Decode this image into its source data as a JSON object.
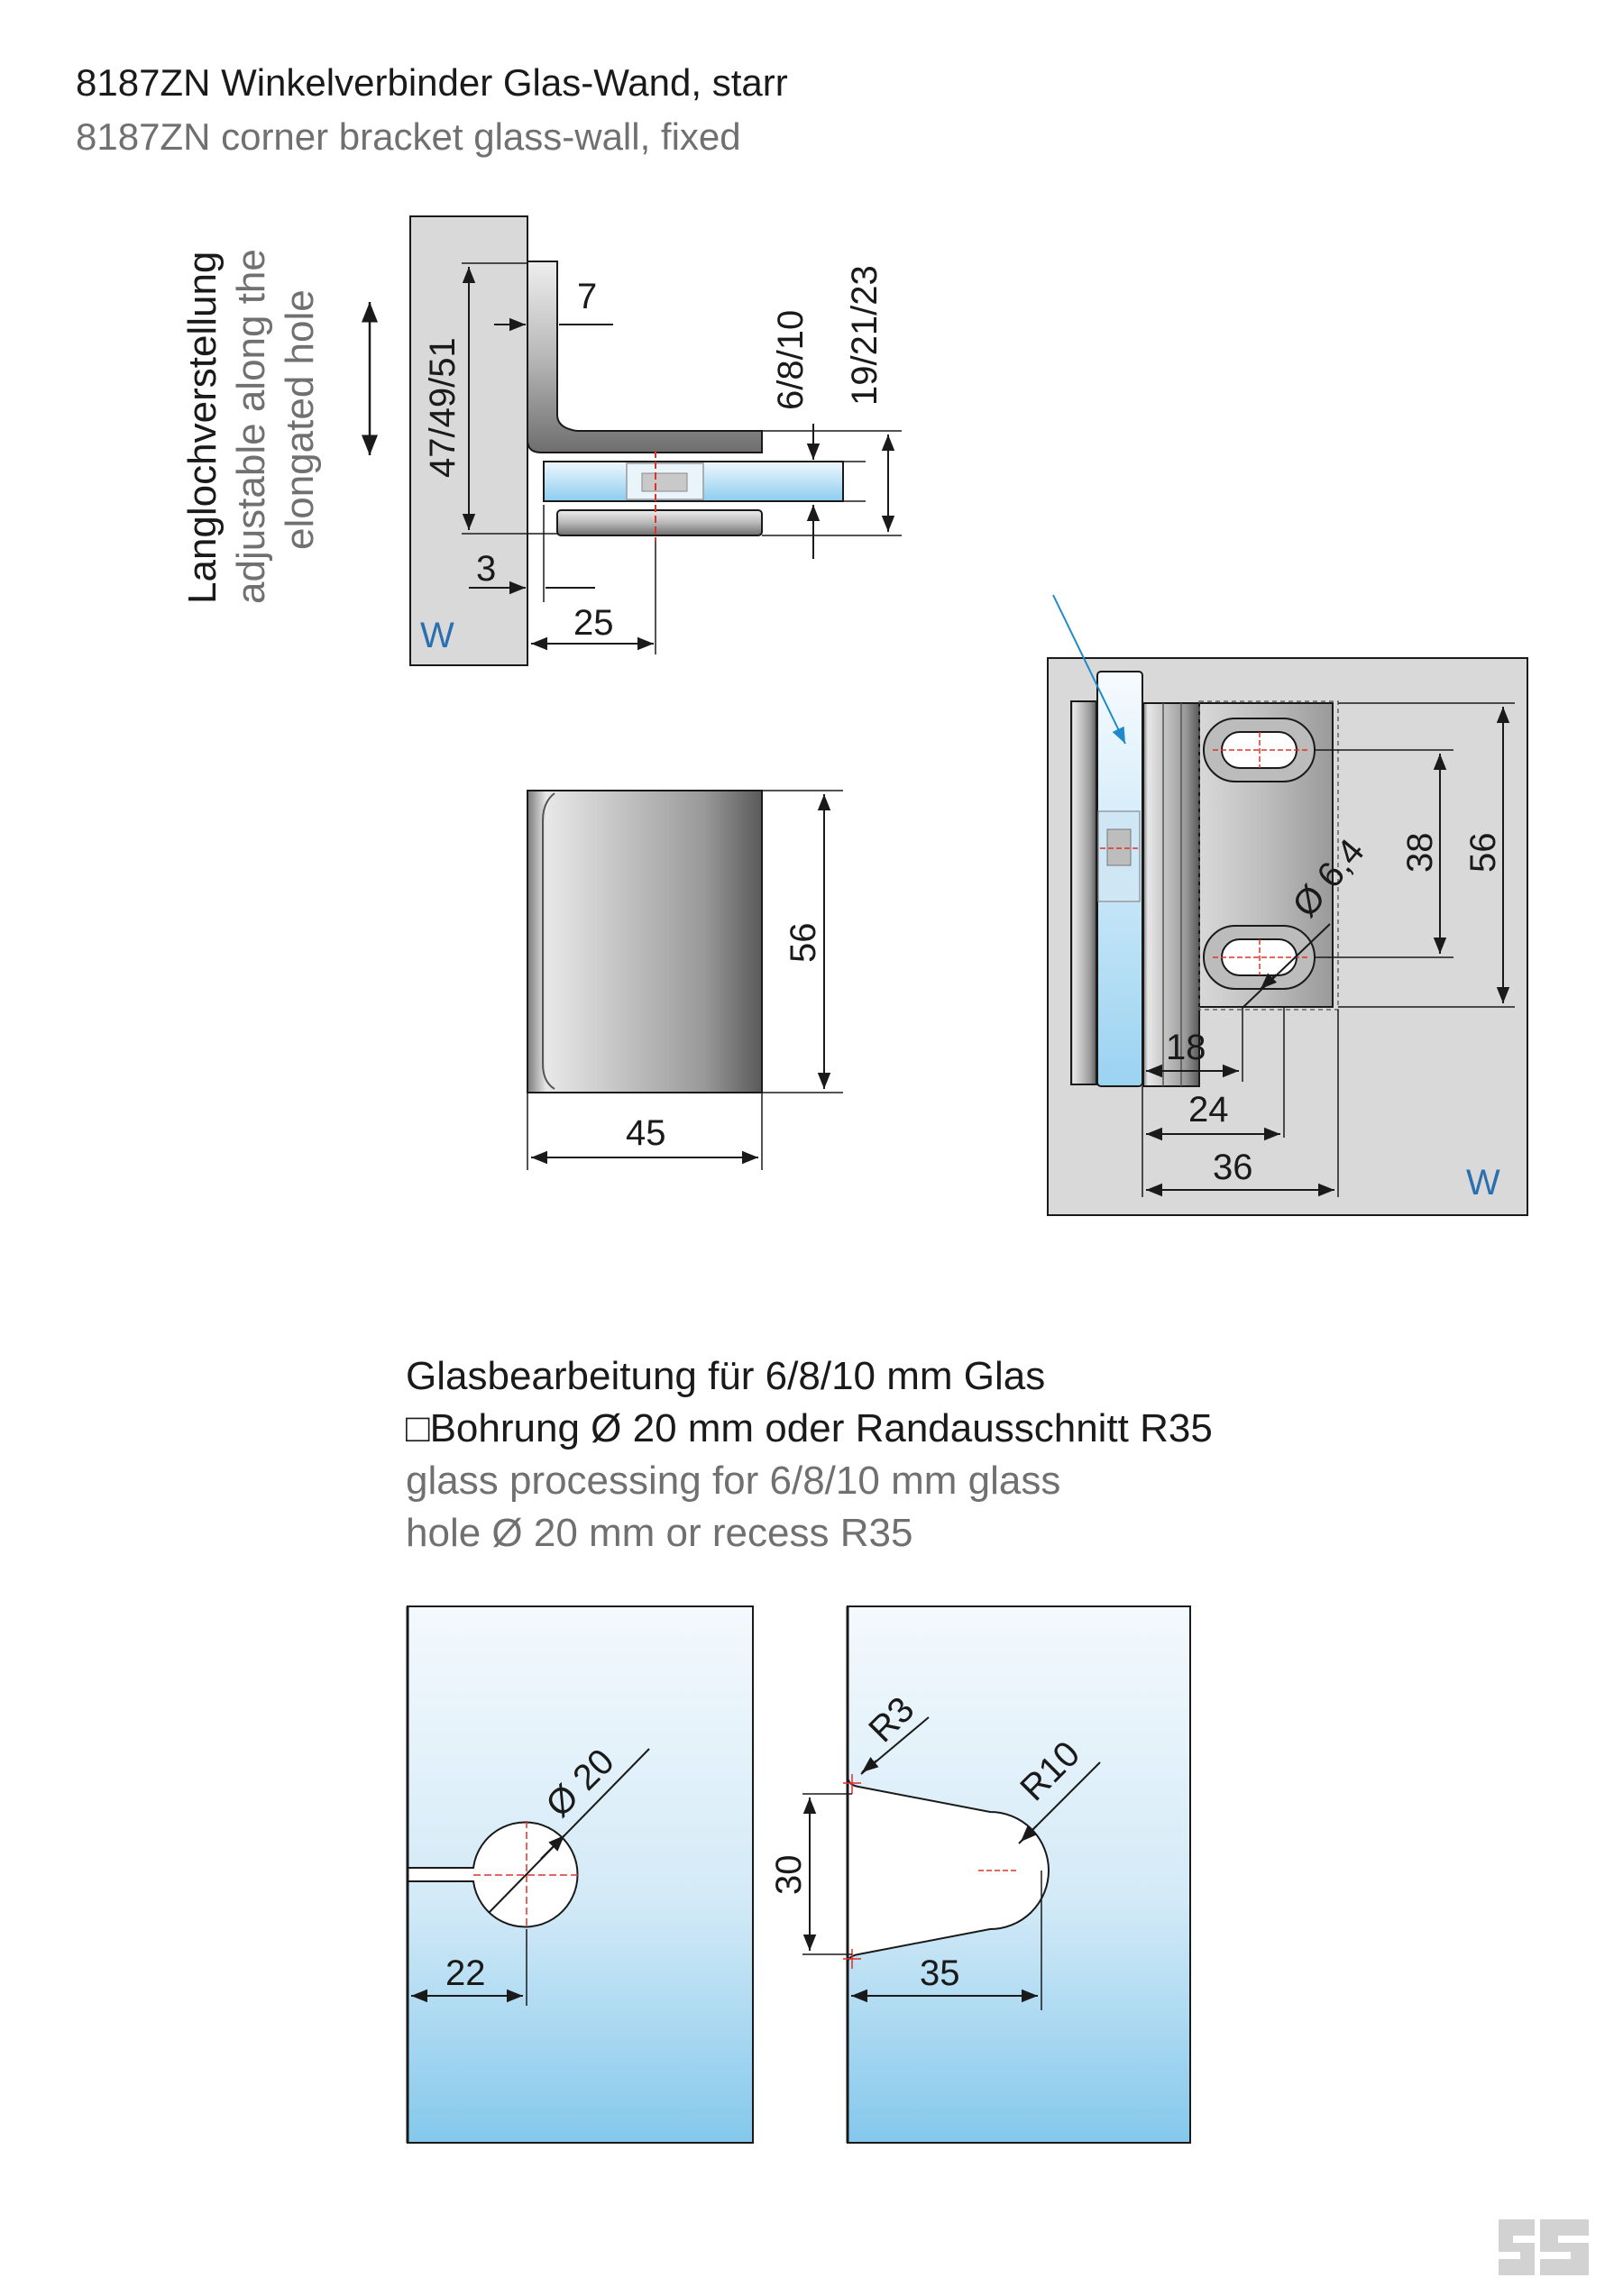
{
  "header": {
    "title_de": "8187ZN Winkelverbinder Glas-Wand, starr",
    "title_en": "8187ZN corner bracket glass-wall, fixed"
  },
  "side_note": {
    "line1": "Langlochverstellung",
    "line2": "adjustable along the",
    "line3": "elongated hole"
  },
  "dims": {
    "height_range": "47/49/51",
    "top_offset": "7",
    "glass_thickness": "6/8/10",
    "overall_thickness": "19/21/23",
    "gap": "3",
    "projection": "25",
    "front_height": "56",
    "front_width": "45",
    "hole_diameter": "Ø 6,4",
    "hole_spacing": "38",
    "plate_height": "56",
    "d18": "18",
    "d24": "24",
    "d36": "36",
    "cut_diameter": "Ø 20",
    "cut_edge": "22",
    "r3": "R3",
    "r10": "R10",
    "d30": "30",
    "d35": "35"
  },
  "wall_label": "W",
  "glass_processing": {
    "line1_de": "Glasbearbeitung für 6/8/10 mm Glas",
    "line2_de": "□Bohrung Ø 20 mm oder Randausschnitt R35",
    "line1_en": "glass processing for 6/8/10 mm glass",
    "line2_en": "hole Ø 20 mm or recess R35"
  },
  "colors": {
    "line": "#1a1a1a",
    "wall": "#d9d9d9",
    "wall_letter": "#2a6fb0",
    "glass_top": "#eef5fb",
    "glass_bottom": "#8fcdee",
    "center_line": "#e0302a",
    "arrow_blue": "#1f8ac9"
  }
}
